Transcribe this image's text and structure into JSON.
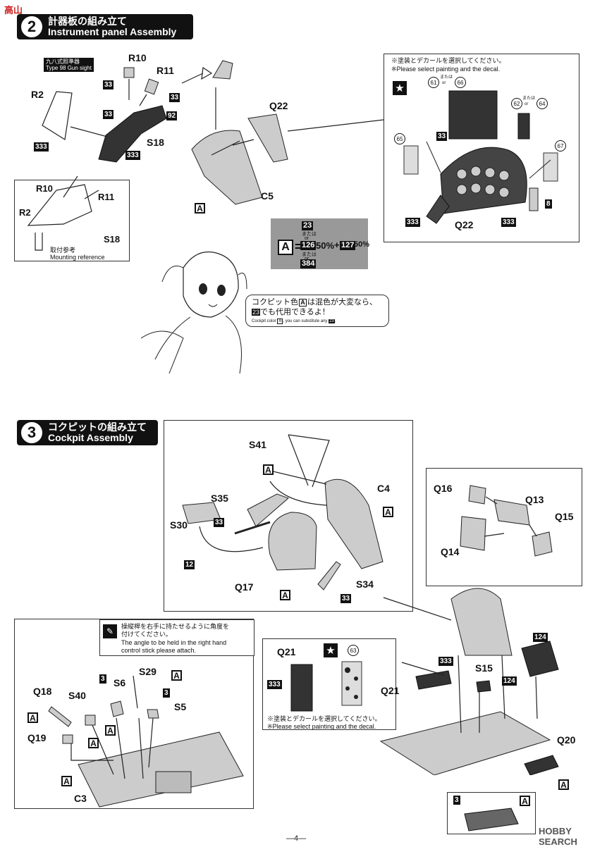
{
  "watermark_top": "高山",
  "step2": {
    "number": "2",
    "title_jp": "計器板の組み立て",
    "title_en": "Instrument panel Assembly",
    "gunsight_tag_jp": "九八式照準器",
    "gunsight_tag_en": "Type 98 Gun sight",
    "parts": {
      "r10": "R10",
      "r11": "R11",
      "r2": "R2",
      "s18": "S18",
      "q22": "Q22",
      "c5": "C5"
    },
    "codes": {
      "c33": "33",
      "c92": "92",
      "c333": "333"
    },
    "color_a": "A",
    "mounting_jp": "取付参考",
    "mounting_en": "Mounting reference",
    "decal_note_jp": "※塗装とデカールを選択してください。",
    "decal_note_en": "※Please select painting and the decal.",
    "decals": {
      "d61": "61",
      "d66": "66",
      "d62": "62",
      "d64": "64",
      "d65": "65",
      "d67": "67"
    },
    "or_jp": "または",
    "or_en": "or",
    "code8": "8",
    "mix": {
      "c23": "23",
      "c126": "126",
      "c127": "127",
      "c384": "384",
      "p50a": "50%",
      "p50b": "50%",
      "plus": "+",
      "eq": "="
    },
    "speech_jp_1": "コクピット色",
    "speech_jp_1b": "は混色が大変なら、",
    "speech_jp_2": "でも代用できるよ！",
    "speech_en": "Cockpit color",
    "speech_en_b": ", you can substitute any"
  },
  "step3": {
    "number": "3",
    "title_jp": "コクピットの組み立て",
    "title_en": "Cockpit Assembly",
    "parts": {
      "s41": "S41",
      "c4": "C4",
      "s35": "S35",
      "s30": "S30",
      "q17": "Q17",
      "s34": "S34",
      "q16": "Q16",
      "q13": "Q13",
      "q15": "Q15",
      "q14": "Q14",
      "q21": "Q21",
      "s15": "S15",
      "q20": "Q20",
      "q18": "Q18",
      "s40": "S40",
      "s6": "S6",
      "s29": "S29",
      "s5": "S5",
      "q19": "Q19",
      "c3": "C3"
    },
    "codes": {
      "c12": "12",
      "c33": "33",
      "c333": "333",
      "c124": "124",
      "c3": "3"
    },
    "decal63": "63",
    "stick_note_jp_1": "操縦桿を右手に持たせるように角度を",
    "stick_note_jp_2": "付けてください。",
    "stick_note_en_1": "The angle to be held in the right hand",
    "stick_note_en_2": "control stick please attach.",
    "decal_note_jp": "※塗装とデカールを選択してください。",
    "decal_note_en": "※Please select painting and the decal."
  },
  "watermark_bottom": "HOBBY SEARCH",
  "page_number": "—4—"
}
